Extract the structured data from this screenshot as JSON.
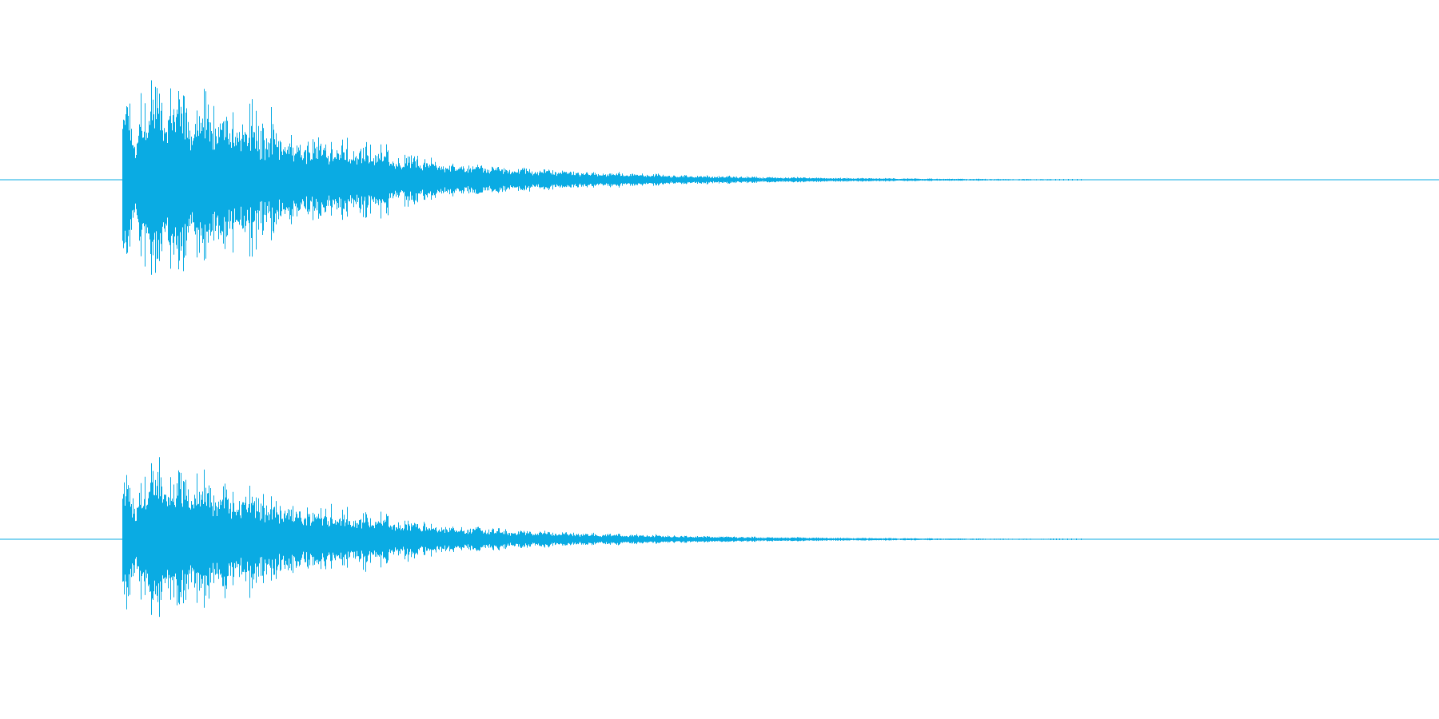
{
  "colors": {
    "background": "#ffffff",
    "waveform": "#0aabe3"
  },
  "waveform": {
    "channel_count": 2,
    "attack_fraction": 0.085,
    "sound_end_fraction": 0.73,
    "decay_shape": "exponential",
    "peak_amplitude_relative": 0.95,
    "channels": [
      {
        "id": "channel-1",
        "icon": "none"
      },
      {
        "id": "channel-2",
        "icon": "none"
      }
    ]
  }
}
